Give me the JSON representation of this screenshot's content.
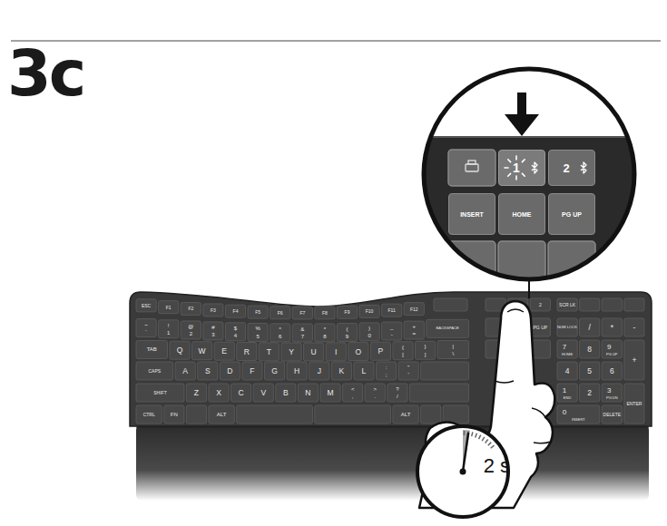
{
  "diagram": {
    "title": "3c",
    "nodes": [
      {
        "text": [
          "1"
        ]
      },
      {
        "text": [
          "2"
        ]
      },
      {
        "text": [
          "INSERT"
        ]
      },
      {
        "text": [
          "HOME"
        ]
      },
      {
        "text": [
          "PG UP"
        ]
      },
      {
        "text": [
          "2 s"
        ]
      }
    ],
    "labels": [
      "ESC",
      "F1",
      "F2",
      "F3",
      "F4",
      "F5",
      "F6",
      "F7",
      "F8",
      "F9",
      "F10",
      "F11",
      "F12",
      "2",
      "SCR LK",
      "~",
      "`",
      "!",
      "1",
      "@",
      "2",
      "#",
      "3",
      "$",
      "4",
      "%",
      "5",
      "^",
      "6",
      "&",
      "7",
      "*",
      "8",
      "(",
      "9",
      ")",
      "0",
      "_",
      "-",
      "+",
      "=",
      "BACKSPACE",
      "PG UP",
      "NUM LOCK",
      "/",
      "*",
      "-",
      "TAB",
      "Q",
      "W",
      "E",
      "R",
      "T",
      "Y",
      "U",
      "I",
      "O",
      "P",
      "{",
      "[",
      "}",
      "]",
      "|",
      "\\",
      "7",
      "HOME",
      "8",
      "9",
      "PG UP",
      "+",
      "CAPS",
      "A",
      "S",
      "D",
      "F",
      "G",
      "H",
      "J",
      "K",
      "L",
      ":",
      ";",
      "\"",
      "'",
      "4",
      "5",
      "6",
      "SHIFT",
      "Z",
      "X",
      "C",
      "V",
      "B",
      "N",
      "M",
      "<",
      ",",
      ">",
      ".",
      "?",
      "/",
      "1",
      "END",
      "2",
      "3",
      "PG DN",
      "ENTER",
      "CTRL",
      "FN",
      "ALT",
      "ALT",
      "0",
      "INSERT",
      "DELETE"
    ]
  }
}
